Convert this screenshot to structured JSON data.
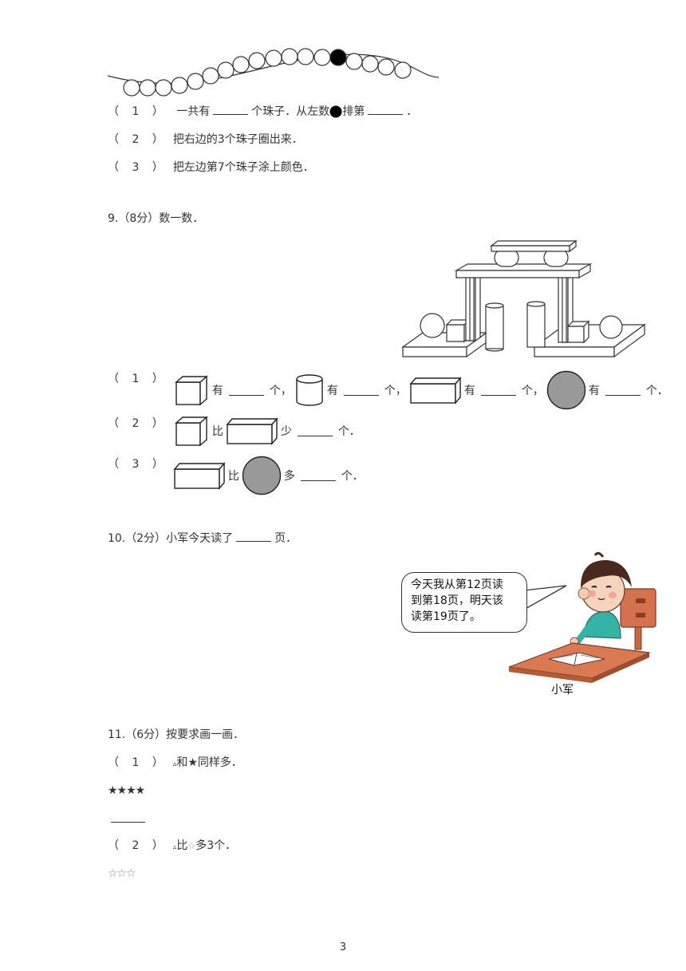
{
  "q8": {
    "sub1": {
      "num": "（ 1 ）",
      "text_a": "一共有",
      "text_b": "个珠子．从左数",
      "text_c": "排第",
      "text_d": "．"
    },
    "sub2": {
      "num": "（ 2 ）",
      "text": "把右边的3个珠子圈出来．"
    },
    "sub3": {
      "num": "（ 3 ）",
      "text": "把左边第7个珠子涂上颜色．"
    }
  },
  "q9": {
    "title": "9.（8分）数一数．",
    "sub1": {
      "num": "（ 1 ）",
      "has": "有",
      "unit_comma": "个，",
      "unit_end": "个．"
    },
    "sub2": {
      "num": "（ 2 ）",
      "bi": "比",
      "shao": "少",
      "unit_end": "个．"
    },
    "sub3": {
      "num": "（ 3 ）",
      "bi": "比",
      "duo": "多",
      "unit_end": "个．"
    }
  },
  "q10": {
    "title": "10.（2分）小军今天读了",
    "title_end": "页．",
    "bubble": [
      "今天我从第12页读",
      "到第18页，明天该",
      "读第19页了。"
    ],
    "caption": "小军"
  },
  "q11": {
    "title": "11.（6分）按要求画一画．",
    "sub1": {
      "num": "（ 1 ）",
      "tri": "▵",
      "text": "和★同样多．"
    },
    "stars_solid": "★★★★",
    "sub2": {
      "num": "（ 2 ）",
      "tri": "▵",
      "text_a": "比",
      "star_outline": "☆",
      "text_b": "多3个．"
    },
    "stars_outline": "☆☆☆"
  },
  "page_number": "3"
}
